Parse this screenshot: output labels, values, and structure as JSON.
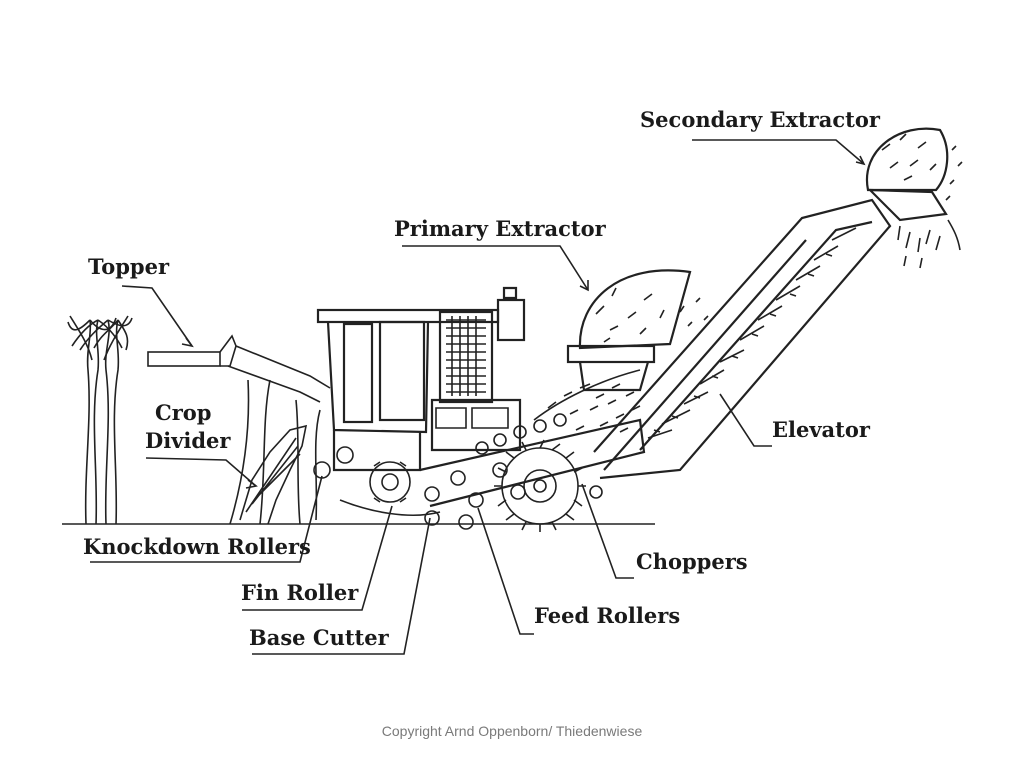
{
  "diagram": {
    "labels": {
      "topper": "Topper",
      "crop_divider_line1": "Crop",
      "crop_divider_line2": "Divider",
      "knockdown_rollers": "Knockdown Rollers",
      "fin_roller": "Fin Roller",
      "base_cutter": "Base Cutter",
      "feed_rollers": "Feed Rollers",
      "choppers": "Choppers",
      "elevator": "Elevator",
      "primary_extractor": "Primary Extractor",
      "secondary_extractor": "Secondary Extractor"
    }
  },
  "footer": {
    "copyright": "Copyright Arnd Oppenborn/ Thiedenwiese"
  }
}
